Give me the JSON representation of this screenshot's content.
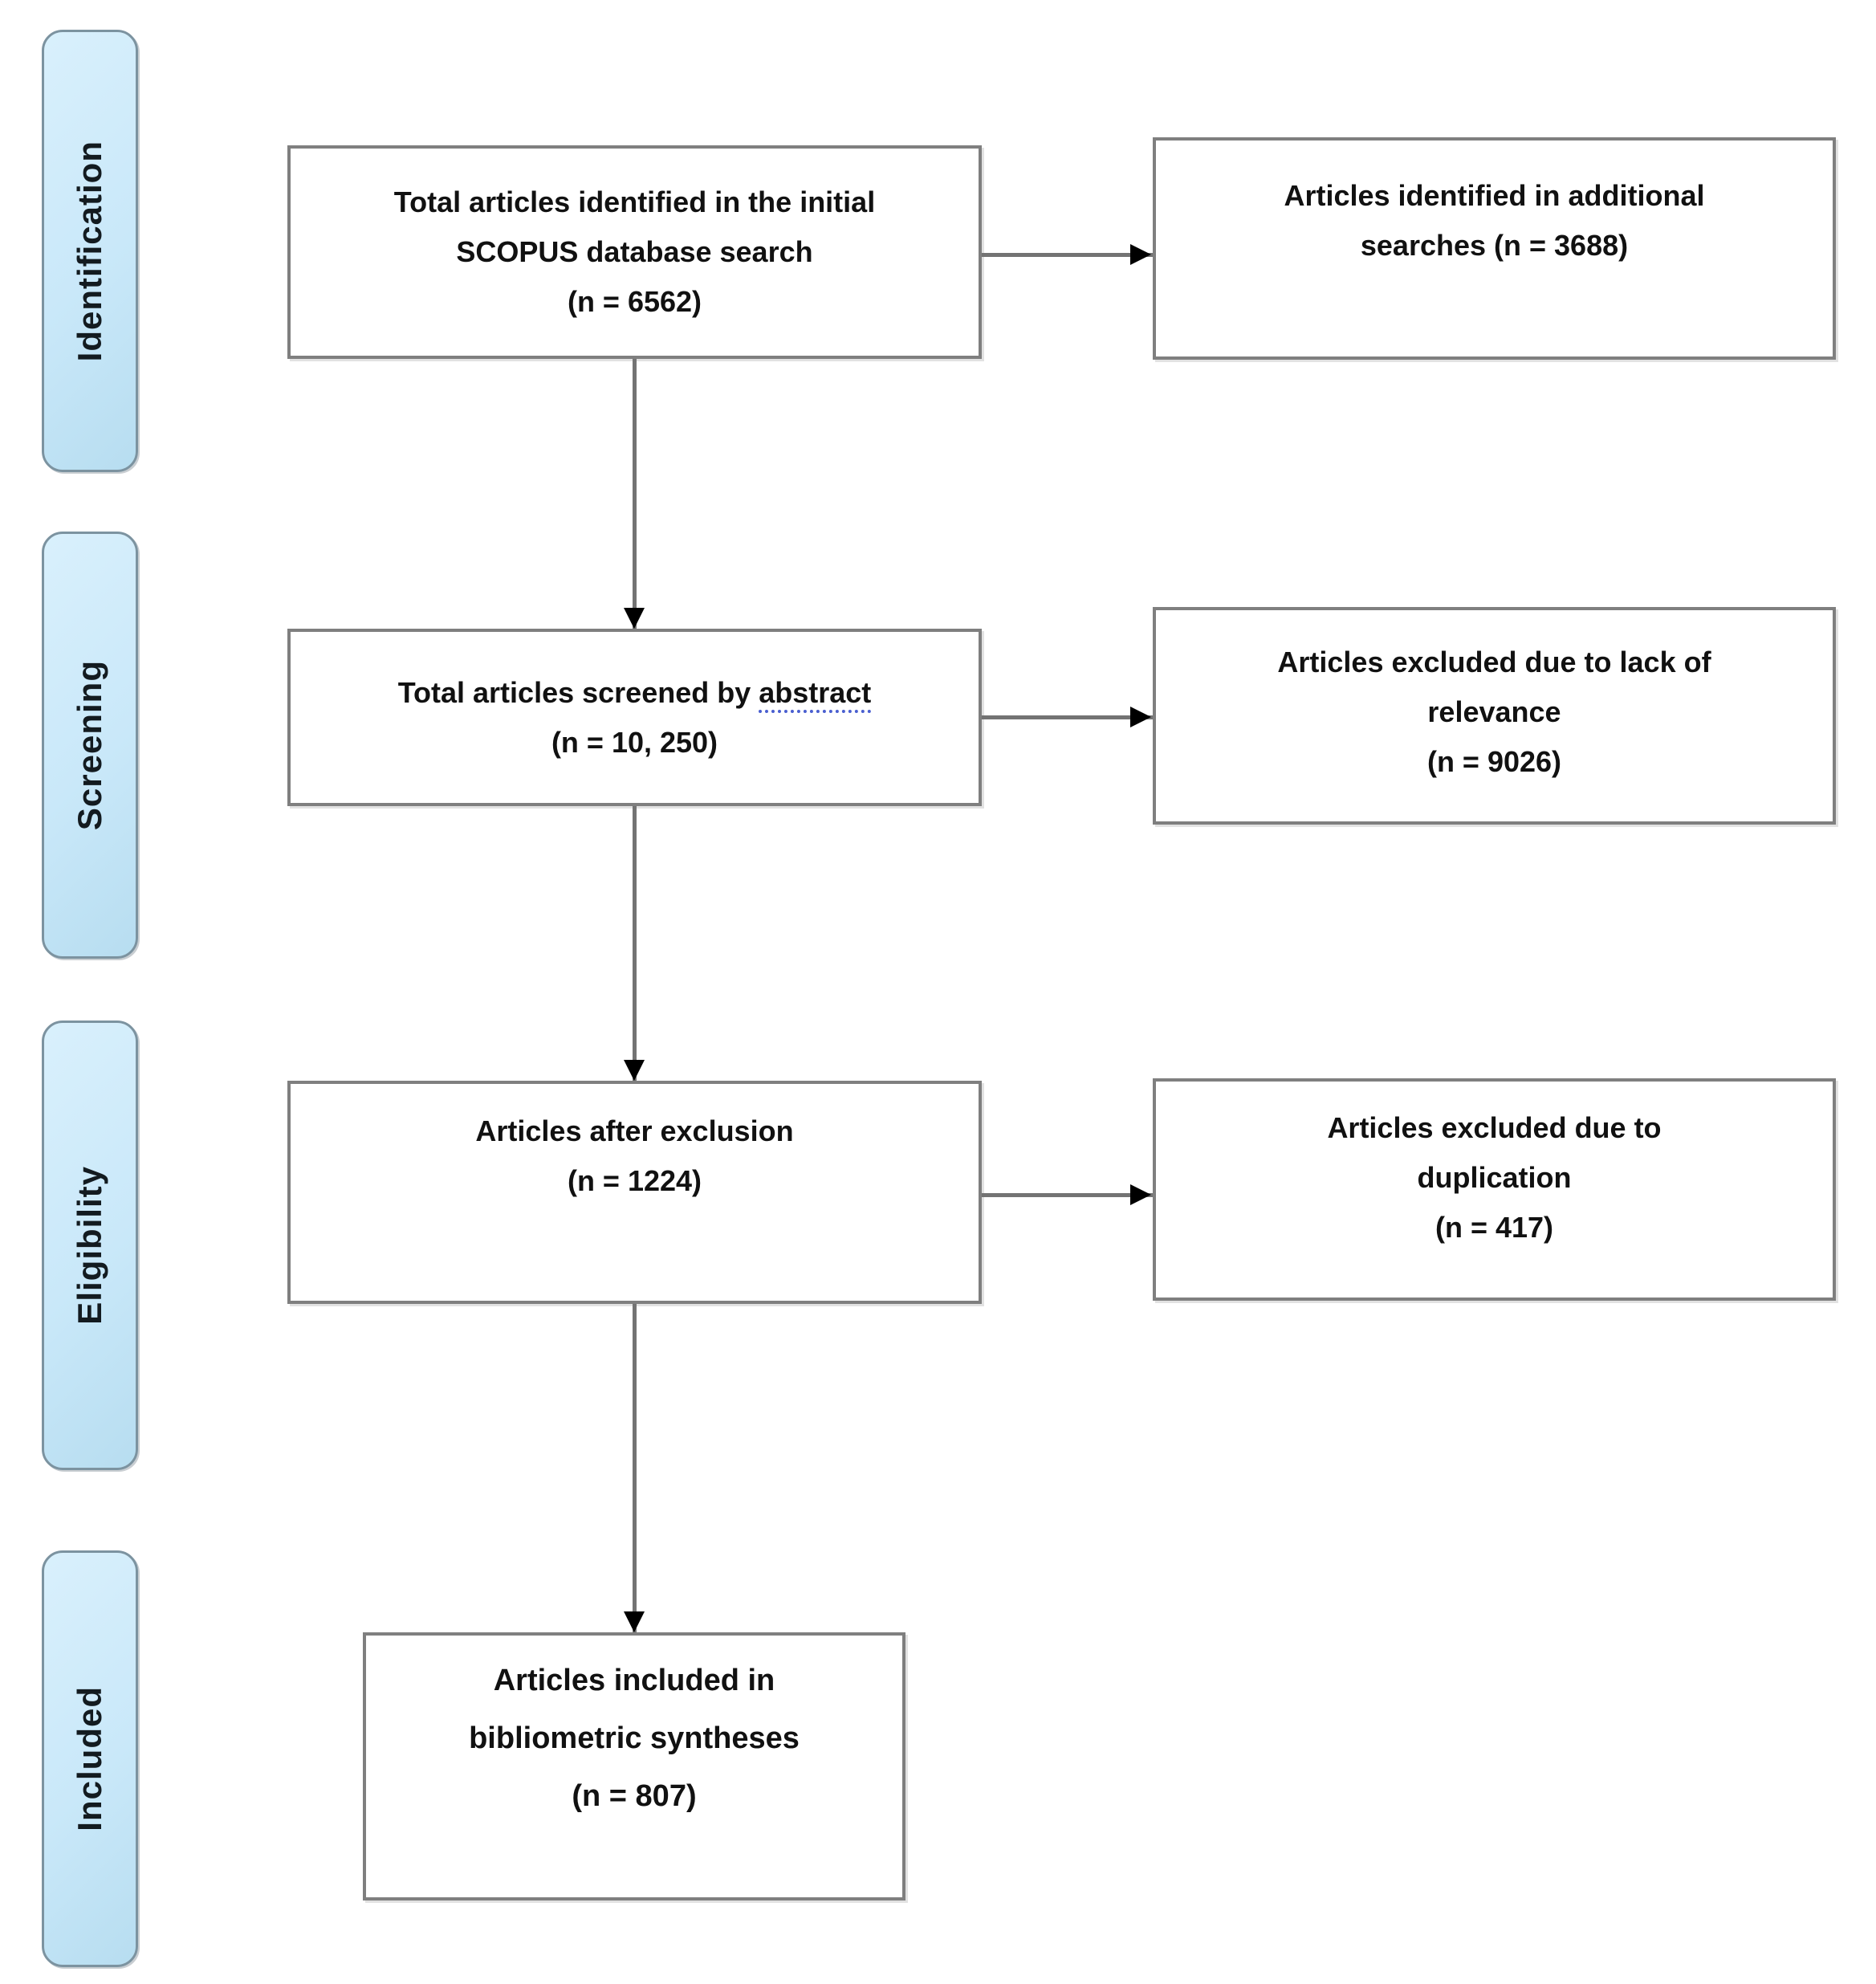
{
  "stages": [
    {
      "id": "identification",
      "label": "Identification"
    },
    {
      "id": "screening",
      "label": "Screening"
    },
    {
      "id": "eligibility",
      "label": "Eligibility"
    },
    {
      "id": "included",
      "label": "Included"
    }
  ],
  "boxes": {
    "identified": {
      "lines": [
        "Total articles identified in the initial",
        "SCOPUS database search",
        "(n = 6562)"
      ]
    },
    "additional": {
      "lines": [
        "Articles identified in additional",
        "searches (n = 3688)"
      ]
    },
    "screened": {
      "line1_prefix": "Total articles screened by ",
      "line1_underlined": "abstract",
      "line2": "(n = 10, 250)"
    },
    "excluded_relevance": {
      "lines": [
        "Articles excluded due to lack of",
        "relevance",
        "(n = 9026)"
      ]
    },
    "after_exclusion": {
      "lines": [
        "Articles after exclusion",
        "(n = 1224)"
      ]
    },
    "excluded_duplication": {
      "lines": [
        "Articles excluded due to",
        "duplication",
        "(n = 417)"
      ]
    },
    "included_final": {
      "lines": [
        "Articles included in",
        "bibliometric syntheses",
        "(n = 807)"
      ]
    }
  },
  "colors": {
    "stage_fill": "#c9e8f9",
    "stage_border": "#7c93a0",
    "box_border": "#7f7f7f",
    "connector": "#737373",
    "arrowhead": "#000000",
    "text": "#111111",
    "spellcheck_underline": "#4a5fd0",
    "background": "#ffffff"
  }
}
